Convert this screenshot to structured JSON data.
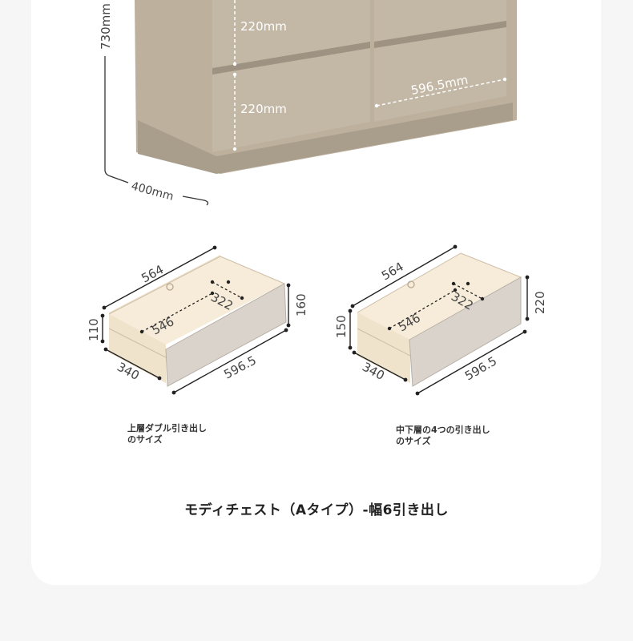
{
  "cabinet": {
    "height_label": "730mm",
    "depth_label": "400mm",
    "drawer_top_height": "220mm",
    "drawer_bottom_height": "220mm",
    "drawer_width": "596.5mm",
    "body_color": "#bdb19e",
    "front_color": "#b5aa98"
  },
  "drawer_upper": {
    "length": "564",
    "inner_length": "322",
    "inner_width": "546",
    "side_height": "110",
    "front_height": "160",
    "depth": "340",
    "front_width": "596.5",
    "caption_line1": "上層ダブル引き出し",
    "caption_line2": "のサイズ"
  },
  "drawer_lower": {
    "length": "564",
    "inner_length": "322",
    "inner_width": "546",
    "side_height": "150",
    "front_height": "220",
    "depth": "340",
    "front_width": "596.5",
    "caption_line1": "中下層の4つの引き出し",
    "caption_line2": "のサイズ"
  },
  "product_title": "モディチェスト（Aタイプ）-幅6引き出し",
  "colors": {
    "wood_inner": "#f7ecd9",
    "front_panel": "#d9d3cc",
    "dimension_line": "#222222"
  }
}
